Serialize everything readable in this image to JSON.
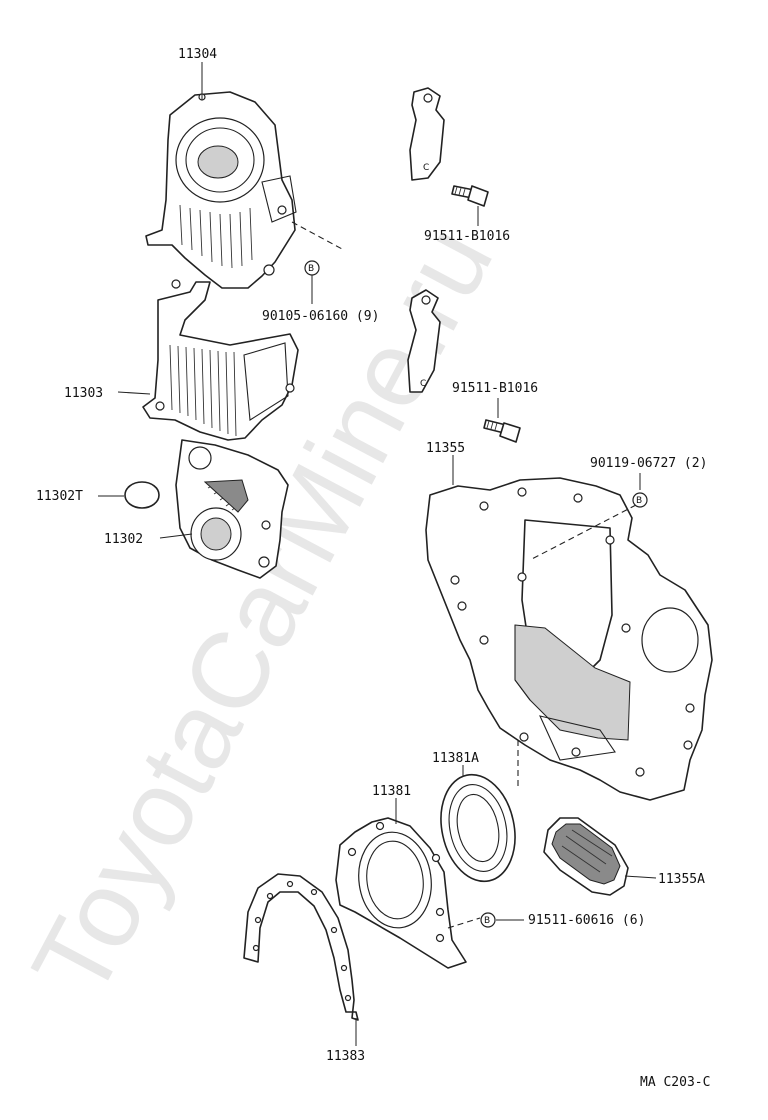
{
  "watermark": "ToyotaCarMine.ru",
  "diagram_code": "MA C203-C",
  "bolt_marker": "B",
  "parts": {
    "p11304": "11304",
    "p11303": "11303",
    "p11302T": "11302T",
    "p11302": "11302",
    "p90105": "90105-06160 (9)",
    "p91511_a": "91511-B1016",
    "p91511_b": "91511-B1016",
    "p11355": "11355",
    "p90119": "90119-06727 (2)",
    "p11381A": "11381A",
    "p11381": "11381",
    "p11355A": "11355A",
    "p91511_60616": "91511-60616 (6)",
    "p11383": "11383"
  }
}
